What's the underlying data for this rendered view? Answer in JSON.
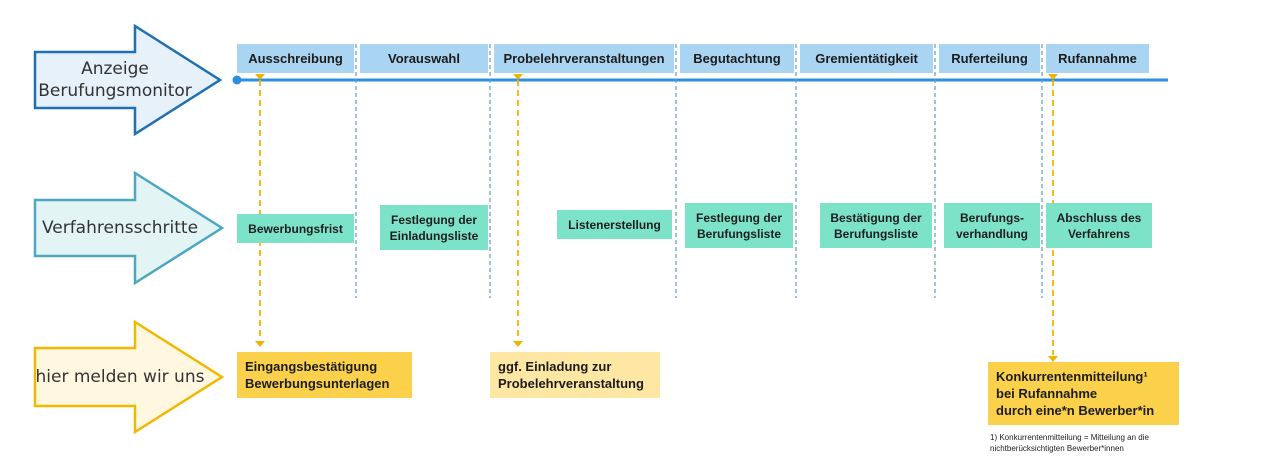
{
  "arrows": [
    {
      "id": "berufungsmonitor",
      "lines": [
        "Anzeige",
        "Berufungsmonitor"
      ],
      "stroke": "#1f6fb5",
      "fill": "#e6f1fa"
    },
    {
      "id": "verfahrensschritte",
      "lines": [
        "Verfahrensschritte"
      ],
      "stroke": "#4da7c0",
      "fill": "#e3f4f5"
    },
    {
      "id": "melden",
      "lines": [
        "hier melden wir uns"
      ],
      "stroke": "#f0b800",
      "fill": "#fff7e0"
    }
  ],
  "phases": [
    "Ausschreibung",
    "Vorauswahl",
    "Probelehrveranstaltungen",
    "Begutachtung",
    "Gremientätigkeit",
    "Ruferteilung",
    "Rufannahme"
  ],
  "steps": [
    {
      "lines": [
        "Bewerbungsfrist"
      ]
    },
    {
      "lines": [
        "Festlegung der",
        "Einladungsliste"
      ]
    },
    {
      "lines": [
        "Listenerstellung"
      ]
    },
    {
      "lines": [
        "Festlegung der",
        "Berufungsliste"
      ]
    },
    {
      "lines": [
        "Bestätigung der",
        "Berufungsliste"
      ]
    },
    {
      "lines": [
        "Berufungs-",
        "verhandlung"
      ]
    },
    {
      "lines": [
        "Abschluss des",
        "Verfahrens"
      ]
    }
  ],
  "contacts": [
    {
      "lines": [
        "Eingangsbestätigung",
        "Bewerbungsunterlagen"
      ],
      "style": "strong"
    },
    {
      "lines": [
        "ggf. Einladung zur",
        "Probelehrveranstaltung"
      ],
      "style": "light"
    },
    {
      "lines": [
        "Konkurrentenmitteilung¹",
        "bei Rufannahme",
        "durch eine*n Bewerber*in"
      ],
      "style": "strong"
    }
  ],
  "footnote": {
    "lines": [
      "1) Konkurrentenmitteilung = Mitteilung an die",
      "nichtberücksichtigten Bewerber*innen"
    ]
  },
  "colors": {
    "timeline": "#2d8fe0",
    "divider": "#5a9ec2",
    "connector": "#f0b400",
    "phase_fill": "#a9d4f2",
    "step_fill": "#7de3c8",
    "contact_strong": "#fbd14b",
    "contact_light": "#fde7a3"
  }
}
